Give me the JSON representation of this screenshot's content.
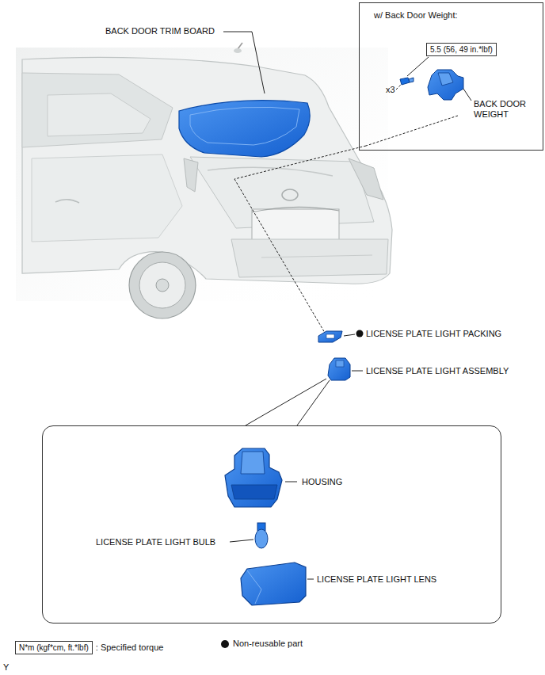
{
  "diagram": {
    "nodes": [
      {
        "text": [
          "w/ Back Door Weight:"
        ]
      },
      {
        "text": [
          "5.5 (56, 49 in.*lbf)"
        ],
        "in": 0
      },
      {
        "text": [
          "HOUSING",
          "LICENSE PLATE LIGHT BULB",
          "LICENSE PLATE LIGHT LENS"
        ]
      },
      {
        "text": [
          "N*m (kgf*cm, ft.*lbf)"
        ]
      }
    ],
    "labels": [
      "BACK DOOR TRIM BOARD",
      "x3",
      "BACK DOOR WEIGHT",
      "LICENSE PLATE LIGHT PACKING",
      "LICENSE PLATE LIGHT ASSEMBLY",
      "Y"
    ],
    "legend": [
      {
        "text": ": Specified torque"
      },
      {
        "text": "Non-reusable part"
      }
    ]
  }
}
